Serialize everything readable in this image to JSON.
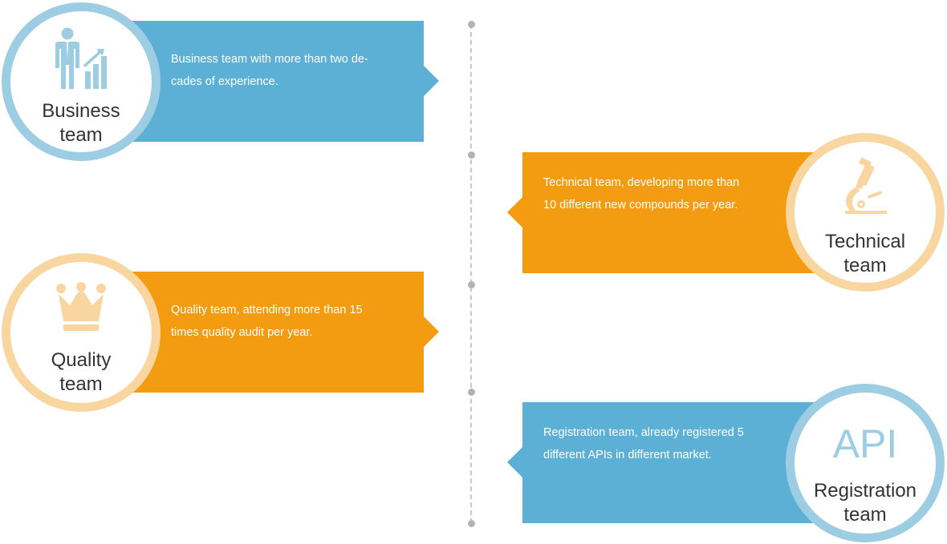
{
  "colors": {
    "blue": "#5db0d5",
    "blue_ring": "#9ccde3",
    "orange": "#f39c12",
    "orange_ring": "#f9d6a0",
    "timeline": "#c7c7c7"
  },
  "teams": [
    {
      "label_line1": "Business",
      "label_line2": "team",
      "description": "Business team with more than two de-cades of experience.",
      "desc_line1": "Business team with more than two de-",
      "desc_line2": "cades of experience.",
      "icon": "businessman-chart-icon"
    },
    {
      "label_line1": "Technical",
      "label_line2": "team",
      "desc_line1": "Technical team, developing more than",
      "desc_line2": "10 different new compounds per year.",
      "icon": "microscope-icon"
    },
    {
      "label_line1": "Quality",
      "label_line2": "team",
      "desc_line1": "Quality team, attending more than 15",
      "desc_line2": "times quality audit per year.",
      "icon": "crown-icon"
    },
    {
      "api_text": "API",
      "label_line1": "Registration",
      "label_line2": "team",
      "desc_line1": "Registration team, already registered 5",
      "desc_line2": "different APIs in different market.",
      "icon": "api-text-icon"
    }
  ]
}
